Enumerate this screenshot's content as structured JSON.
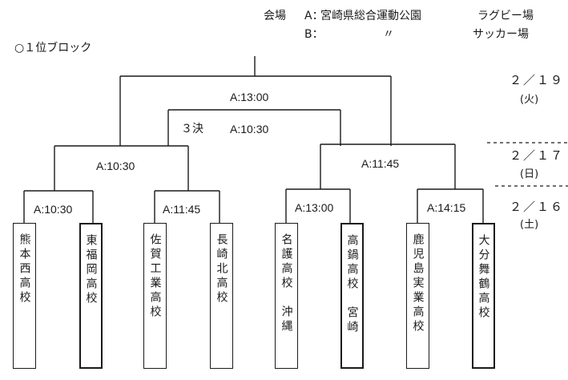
{
  "venue": {
    "label": "会場",
    "a_key": "A：",
    "a_name": "宮崎県総合運動公園",
    "a_field": "ラグビー場",
    "b_key": "B：",
    "b_name": "〃",
    "b_field": "サッカー場"
  },
  "block_title": "○１位ブロック",
  "matches": {
    "final": "A:13:00",
    "third_place_label": "３決",
    "third_place_time": "A:10:30",
    "semi_left": "A:10:30",
    "semi_right": "A:11:45",
    "r1_1": "A:10:30",
    "r1_2": "A:11:45",
    "r1_3": "A:13:00",
    "r1_4": "A:14:15"
  },
  "dates": [
    {
      "date": "２／１９",
      "day": "(火)"
    },
    {
      "date": "２／１７",
      "day": "(日)"
    },
    {
      "date": "２／１６",
      "day": "(土)"
    }
  ],
  "teams": [
    {
      "name": "熊本西高校"
    },
    {
      "name": "東福岡高校"
    },
    {
      "name": "佐賀工業高校"
    },
    {
      "name": "長崎北高校"
    },
    {
      "name": "名護高校　沖縄"
    },
    {
      "name": "高鍋高校　宮崎"
    },
    {
      "name": "鹿児島実業高校"
    },
    {
      "name": "大分舞鶴高校"
    }
  ]
}
